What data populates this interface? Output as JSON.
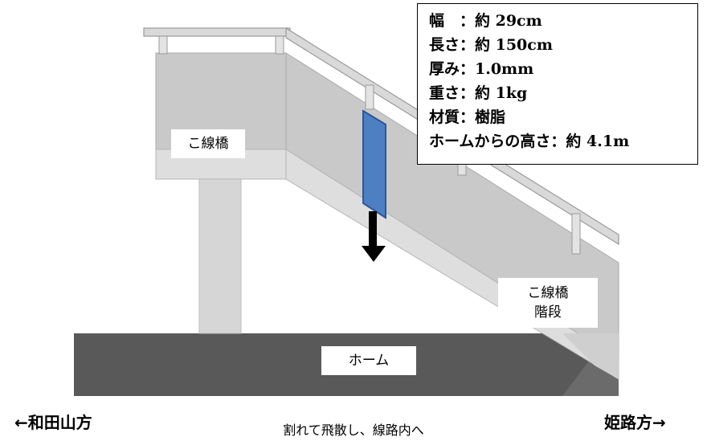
{
  "labels": {
    "bridge": "こ線橋",
    "stairs_line1": "こ線橋",
    "stairs_line2": "階段",
    "platform": "ホーム"
  },
  "spec": {
    "width": "幅　：約 29cm",
    "length": "長さ：約 150cm",
    "thickness": "厚み：1.0mm",
    "weight": "重さ：約 1kg",
    "material": "材質：樹脂",
    "height": "ホームからの高さ：約 4.1m"
  },
  "directions": {
    "left": "←和田山方",
    "right": "姫路方→"
  },
  "caption": "割れて飛散し、線路内へ",
  "colors": {
    "panel": "#4f7fc3",
    "panel_border": "#2f5597",
    "platform": "#595959",
    "bridge_wall": "#c8c8c8",
    "bridge_light": "#e0e0e0"
  }
}
